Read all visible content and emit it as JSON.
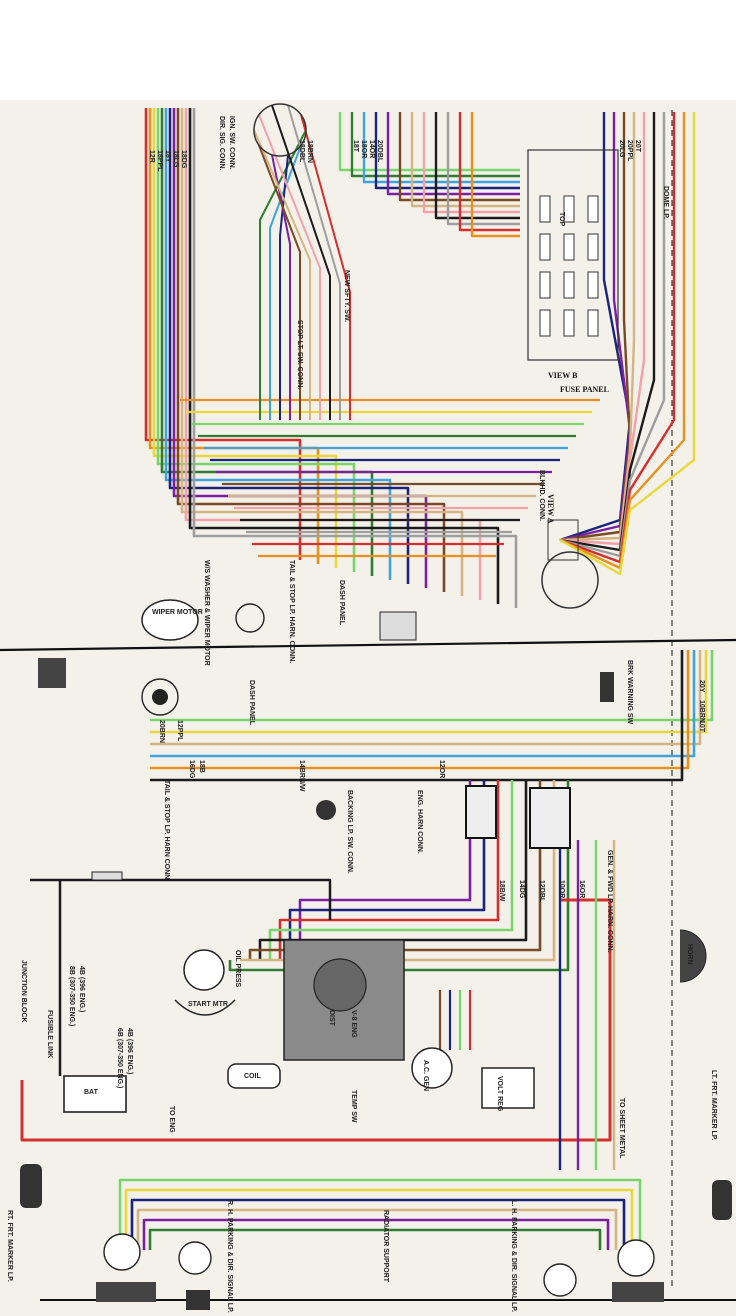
{
  "diagram": {
    "panel_labels": {
      "fuse_panel": "FUSE PANEL",
      "view_b": "VIEW B",
      "view_a": "VIEW A",
      "bulkhead": "BLKHD. CONN.",
      "dash_panel": "DASH PANEL",
      "dash_panel2": "DASH PANEL",
      "wiper_motor": "W/S WASHER & WIPER MOTOR",
      "wiper": "WIPER MOTOR",
      "tail_harn": "TAIL & STOP LP. HARN. CONN.",
      "stop_sw": "STOP LT. SW. CONN.",
      "ign_sw": "IGN. SW. CONN.",
      "dir_sig": "DIR. SIG. CONN.",
      "nw_sfty": "NEW SFTY. SW.",
      "brk_warn": "BRK WARNING SW",
      "tail_stop_left": "TAIL & STOP LP. HARN CONN.",
      "backing": "BACKING LP. SW. CONN.",
      "eng_harn": "ENG. HARN CONN.",
      "gen_fwd": "GEN. & FWD LP. HARN. CONN.",
      "junction": "JUNCTION BLOCK",
      "fusible": "FUSIBLE LINK",
      "bat": "BAT",
      "start_mtr": "START MTR",
      "oil_press": "OIL PRESS",
      "coil": "COIL",
      "dist": "DIST",
      "v8": "V-8 ENG",
      "temp_sw": "TEMP SW",
      "gen": "A.C. GEN",
      "volt_reg": "VOLT REG",
      "horn": "HORN",
      "to_eng": "TO ENG",
      "to_sheet_metal": "TO SHEET METAL",
      "rt_frt_marker": "RT. FRT. MARKER LP.",
      "lt_frt_marker": "LT. FRT. MARKER LP.",
      "rh_parking": "R. H. PARKING & DIR. SIGNAL LP.",
      "lh_parking": "L. H. PARKING & DIR. SIGNAL LP.",
      "radiator": "RADIATOR SUPPORT",
      "ct_lp": "DOME LP.",
      "top": "TOP",
      "note1": "6B (307-350 ENG.)",
      "note2": "4B (396 ENG.)",
      "note3": "8B (307-350 ENG.)",
      "note4": "4B (396 ENG.)"
    },
    "wire_labels": [
      "12R",
      "18PPL",
      "18Y",
      "18LG",
      "18DG",
      "18DBL",
      "18BRN",
      "18T",
      "18OR",
      "14OR",
      "20DBL",
      "20LG",
      "20PPL",
      "20T",
      "20BRN",
      "12PPL",
      "16DG",
      "18B",
      "14BRN/W",
      "12OR",
      "20Y",
      "10BRN",
      "10T",
      "18B/W",
      "14DG",
      "12DBL",
      "10OR",
      "16OR"
    ],
    "colors": {
      "red": "#d32f2f",
      "dark_blue": "#1a237e",
      "light_green": "#76d66b",
      "dark_green": "#2e7d32",
      "orange": "#e8911f",
      "purple": "#7b1fa2",
      "brown": "#7a4a25",
      "yellow": "#e9d83a",
      "light_blue": "#3fa3e0",
      "tan": "#d4b483",
      "pink": "#f2a2a9",
      "black": "#1b1b1b",
      "gray": "#9e9e9e",
      "paper": "#f4f1ea"
    }
  }
}
